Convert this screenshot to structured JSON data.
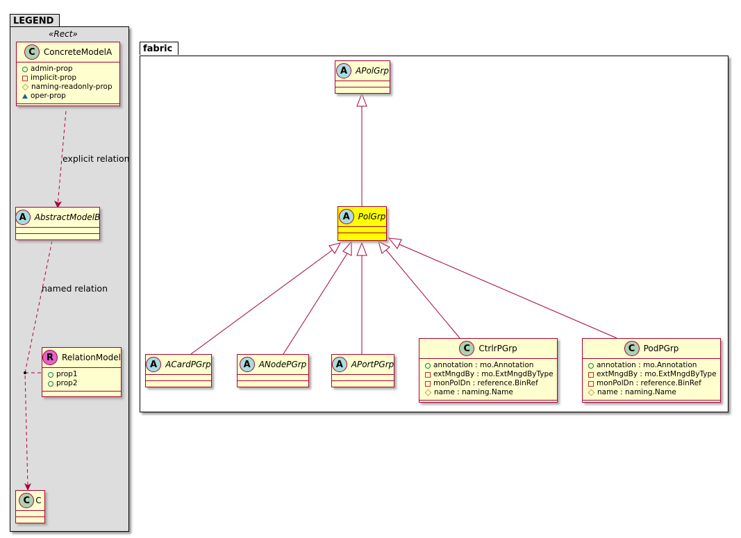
{
  "legend": {
    "title": "LEGEND",
    "stereotype": "«Rect»",
    "concrete": {
      "name": "ConcreteModelA",
      "attrs": [
        "admin-prop",
        "implicit-prop",
        "naming-readonly-prop",
        "oper-prop"
      ]
    },
    "abstract": {
      "name": "AbstractModelB"
    },
    "relation": {
      "name": "RelationModel",
      "attrs": [
        "prop1",
        "prop2"
      ]
    },
    "c": {
      "name": "C"
    },
    "explicit_label": "explicit relation",
    "named_label": "named relation"
  },
  "fabric": {
    "title": "fabric",
    "apolgrp": {
      "name": "APolGrp"
    },
    "polgrp": {
      "name": "PolGrp"
    },
    "acard": {
      "name": "ACardPGrp"
    },
    "anode": {
      "name": "ANodePGrp"
    },
    "aport": {
      "name": "APortPGrp"
    },
    "ctrlr": {
      "name": "CtrlrPGrp",
      "attrs": [
        "annotation : mo.Annotation",
        "extMngdBy : mo.ExtMngdByType",
        "monPolDn : reference.BinRef",
        "name : naming.Name"
      ]
    },
    "pod": {
      "name": "PodPGrp",
      "attrs": [
        "annotation : mo.Annotation",
        "extMngdBy : mo.ExtMngdByType",
        "monPolDn : reference.BinRef",
        "name : naming.Name"
      ]
    }
  },
  "colors": {
    "class_fill": "#fefece",
    "class_border": "#a80036",
    "highlight": "#ffff00",
    "legend_bg": "#dddddd"
  }
}
